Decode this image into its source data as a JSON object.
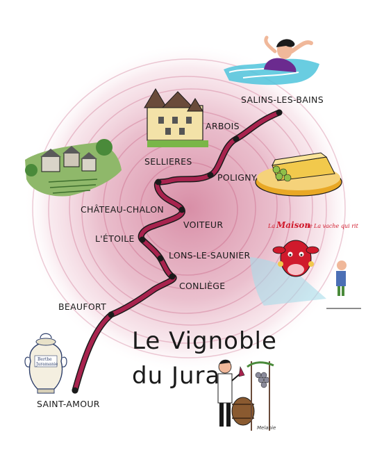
{
  "title": {
    "line1": "Le Vignoble",
    "line2": "du Jura"
  },
  "towns": [
    {
      "id": "salins",
      "label": "SALINS-LES-BAINS"
    },
    {
      "id": "arbois",
      "label": "ARBOIS"
    },
    {
      "id": "sellieres",
      "label": "SELLIERES"
    },
    {
      "id": "poligny",
      "label": "POLIGNY"
    },
    {
      "id": "chateau",
      "label": "CHÂTEAU-CHALON"
    },
    {
      "id": "voiteur",
      "label": "VOITEUR"
    },
    {
      "id": "etoile",
      "label": "L'ÉTOILE"
    },
    {
      "id": "lons",
      "label": "LONS-LE-SAUNIER"
    },
    {
      "id": "conliege",
      "label": "CONLIÈGE"
    },
    {
      "id": "beaufort",
      "label": "BEAUFORT"
    },
    {
      "id": "saintamour",
      "label": "SAINT-AMOUR"
    }
  ],
  "illustrations": {
    "laughing_cow_sign": {
      "small1": "La",
      "big": "Maison",
      "small2": "de",
      "small3": "La vache qui rit"
    },
    "vase_label": {
      "line1": "Berthe",
      "line2": "Juramanie"
    },
    "signature": "Melanie"
  },
  "colors": {
    "route": "#a8234e",
    "swirl": "#b8325e",
    "cheese": "#f2c94c",
    "plate": "#e9a825",
    "water": "#4fc4dc",
    "cow_red": "#d01a2c"
  }
}
